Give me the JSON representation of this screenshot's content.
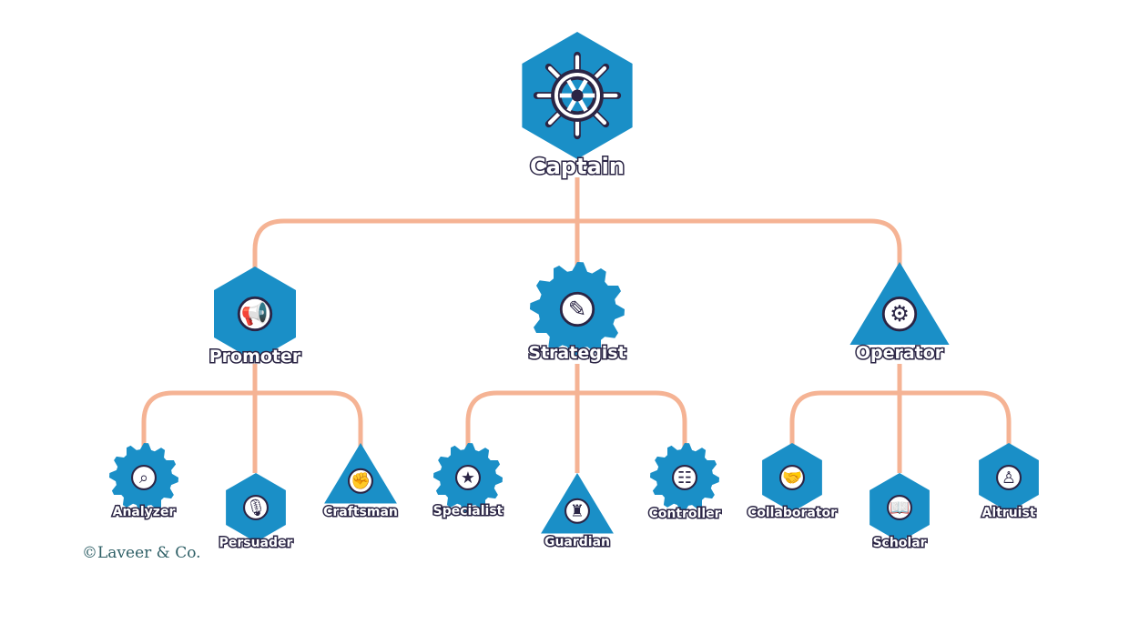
{
  "colors": {
    "blue": "#1a8fc7",
    "navy": "#2b2545",
    "line": "#f5b394"
  },
  "root": {
    "label": "Captain",
    "icon": "ship-wheel-icon"
  },
  "groups": [
    {
      "label": "Promoter",
      "icon": "megaphone-icon",
      "children": [
        {
          "label": "Analyzer",
          "icon": "binary-magnifier-icon"
        },
        {
          "label": "Persuader",
          "icon": "microphone-icon"
        },
        {
          "label": "Craftsman",
          "icon": "fist-wrench-icon"
        }
      ]
    },
    {
      "label": "Strategist",
      "icon": "play-diagram-icon",
      "children": [
        {
          "label": "Specialist",
          "icon": "star-icon"
        },
        {
          "label": "Guardian",
          "icon": "lighthouse-icon"
        },
        {
          "label": "Controller",
          "icon": "sliders-icon"
        }
      ]
    },
    {
      "label": "Operator",
      "icon": "gears-icon",
      "children": [
        {
          "label": "Collaborator",
          "icon": "handshake-icon"
        },
        {
          "label": "Scholar",
          "icon": "book-icon"
        },
        {
          "label": "Altruist",
          "icon": "lantern-icon"
        }
      ]
    }
  ],
  "copyright": "©Laveer & Co."
}
